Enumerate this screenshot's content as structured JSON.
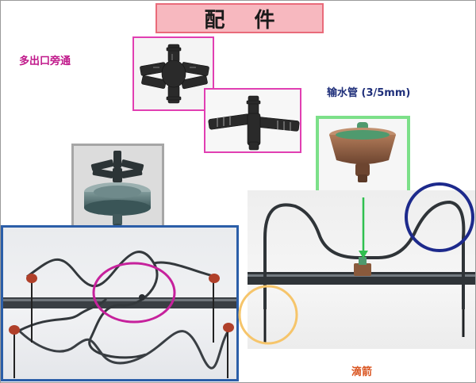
{
  "title": "配 件",
  "labels": {
    "multi_outlet": "多出口旁通",
    "tube": "输水管 (3/5mm)",
    "dripper": "滴箭"
  },
  "colors": {
    "title_bg": "#f7b8bf",
    "title_border": "#e96b7a",
    "multi_outlet_label": "#c0188a",
    "tube_label": "#1f2f7a",
    "dripper_label": "#d9531e",
    "magenta_box": "#e13fb2",
    "green_box": "#7ce089",
    "blue_frame": "#2b5ea8",
    "navy_circle": "#1d2a8c",
    "yellow_circle": "#f6c56b",
    "arrow_green": "#2fc04f"
  }
}
